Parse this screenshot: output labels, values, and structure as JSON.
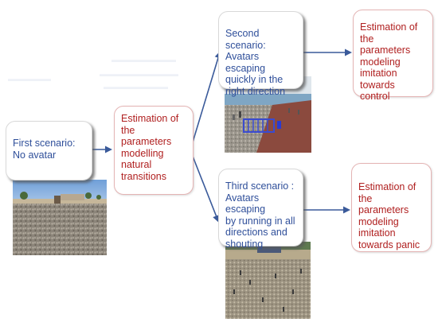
{
  "colors": {
    "blue_text": "#2f4f9a",
    "red_text": "#b02020",
    "arrow": "#3a5a9a",
    "red_border": "#e4b4b4"
  },
  "boxes": {
    "first_scenario": {
      "lines": [
        "First scenario:",
        "No avatar"
      ]
    },
    "estimation_natural": {
      "lines": [
        "Estimation of",
        "the parameters",
        "modelling",
        "natural",
        "transitions"
      ]
    },
    "second_scenario": {
      "lines": [
        "Second scenario:",
        "Avatars escaping",
        "quickly in the",
        "right direction"
      ]
    },
    "estimation_control": {
      "lines": [
        "Estimation of",
        "the parameters",
        "modeling",
        "imitation",
        "towards control"
      ]
    },
    "third_scenario": {
      "lines": [
        "Third scenario :",
        "Avatars escaping",
        "by running in all",
        "directions and",
        "shouting"
      ]
    },
    "estimation_panic": {
      "lines": [
        "Estimation of",
        "the parameters",
        "modeling",
        "imitation",
        "towards panic"
      ]
    }
  },
  "photos": {
    "first": "beach-empty-photo",
    "second": "beach-avatars-fence-photo",
    "third": "beach-avatars-crowd-photo"
  }
}
